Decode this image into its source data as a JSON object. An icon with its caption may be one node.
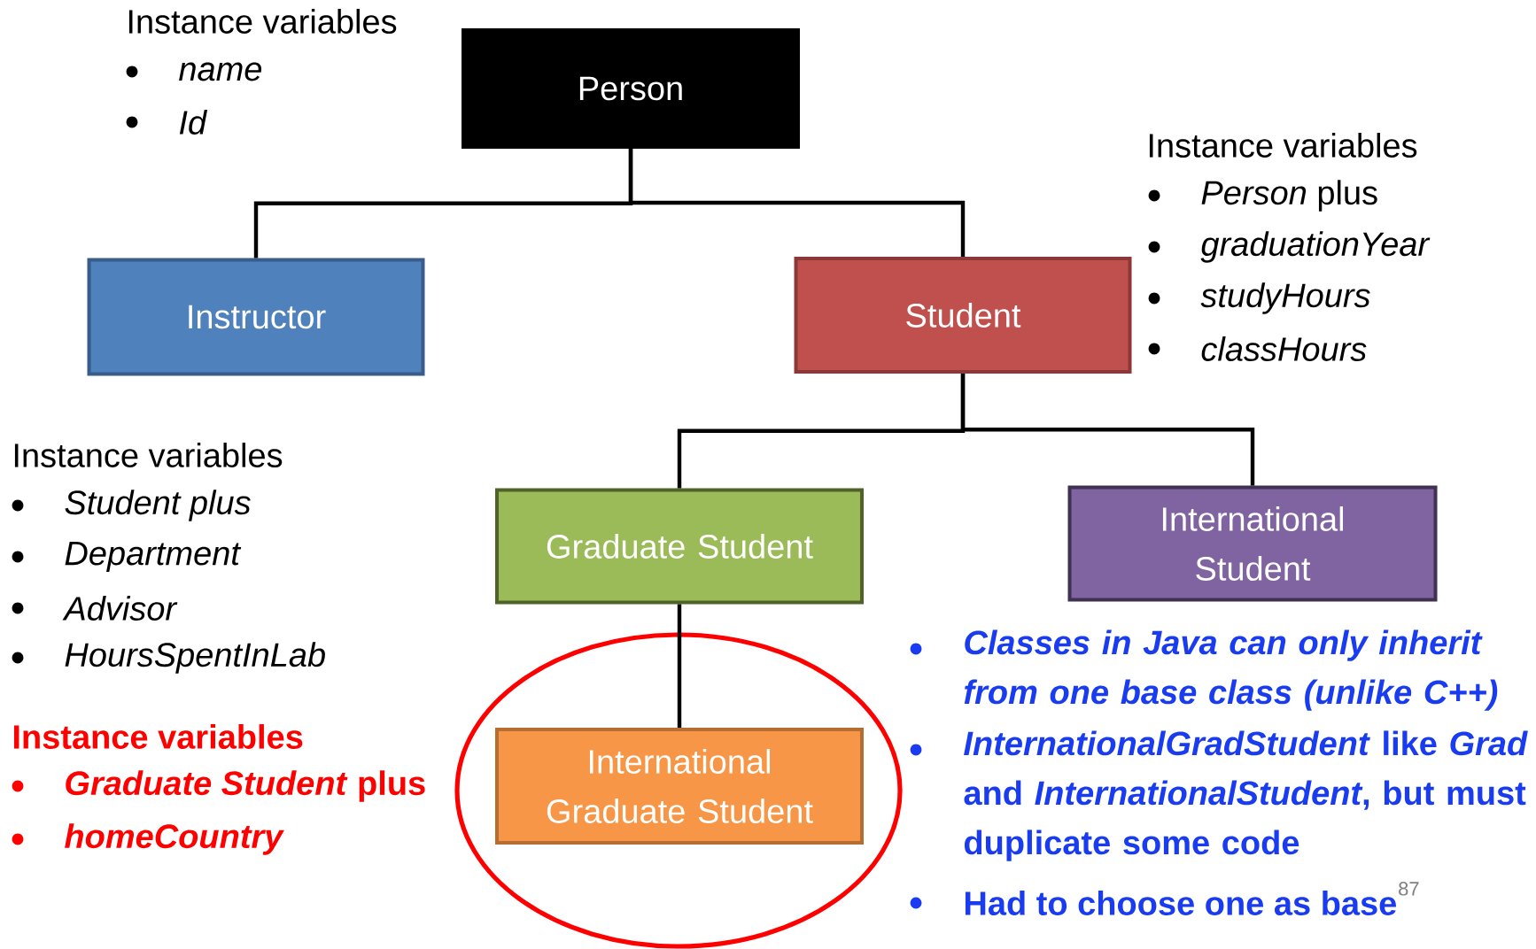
{
  "diagram": {
    "nodes": [
      {
        "text": [
          "Person"
        ]
      },
      {
        "text": [
          "Instructor"
        ]
      },
      {
        "text": [
          "Student"
        ]
      },
      {
        "text": [
          "Graduate Student"
        ]
      },
      {
        "text": [
          "International Student"
        ]
      },
      {
        "text": [
          "International Graduate Student"
        ]
      }
    ],
    "edges": [
      {
        "from": 0,
        "to": 1,
        "arrow": "none"
      },
      {
        "from": 0,
        "to": 2,
        "arrow": "none"
      },
      {
        "from": 2,
        "to": 3,
        "arrow": "none"
      },
      {
        "from": 2,
        "to": 4,
        "arrow": "none"
      },
      {
        "from": 3,
        "to": 5,
        "arrow": "none"
      }
    ],
    "labels": [
      "Instance variables",
      "name",
      "Id",
      "Instance variables",
      "*Person* plus",
      "graduationYear",
      "studyHours",
      "classHours",
      "Instance variables",
      "Student plus",
      "Department",
      "Advisor",
      "HoursSpentInLab",
      "Instance variables",
      "*Graduate Student* plus",
      "homeCountry",
      "Classes in Java can only inherit from one base class (unlike C++)",
      "*InternationalGradStudent* like *Grad* and *InternationalStudent*, but must duplicate some code",
      "Had to choose one as base",
      "87"
    ]
  }
}
